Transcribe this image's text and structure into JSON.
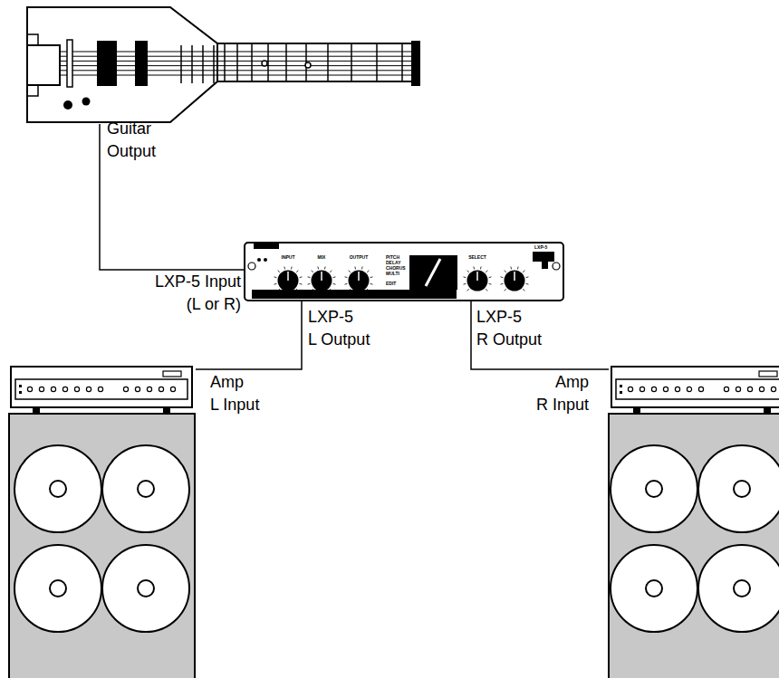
{
  "diagram": {
    "nodes": [
      {
        "text": [
          "Guitar Output"
        ]
      },
      {
        "text": [
          "LXP-5 Input (L or R)",
          "LXP-5 L Output",
          "LXP-5 R Output"
        ]
      },
      {
        "text": [
          "Amp L Input"
        ]
      },
      {
        "text": [
          "Amp R Input"
        ]
      }
    ],
    "edges": [
      {
        "from": 0,
        "to": 1,
        "arrow": "none"
      },
      {
        "from": 1,
        "to": 2,
        "arrow": "none"
      },
      {
        "from": 1,
        "to": 3,
        "arrow": "none"
      }
    ],
    "labels": [
      "INPUT",
      "MIX",
      "OUTPUT",
      "PITCH",
      "DELAY",
      "CHORUS",
      "MULTI",
      "EDIT",
      "SELECT",
      "LXP-5"
    ]
  }
}
